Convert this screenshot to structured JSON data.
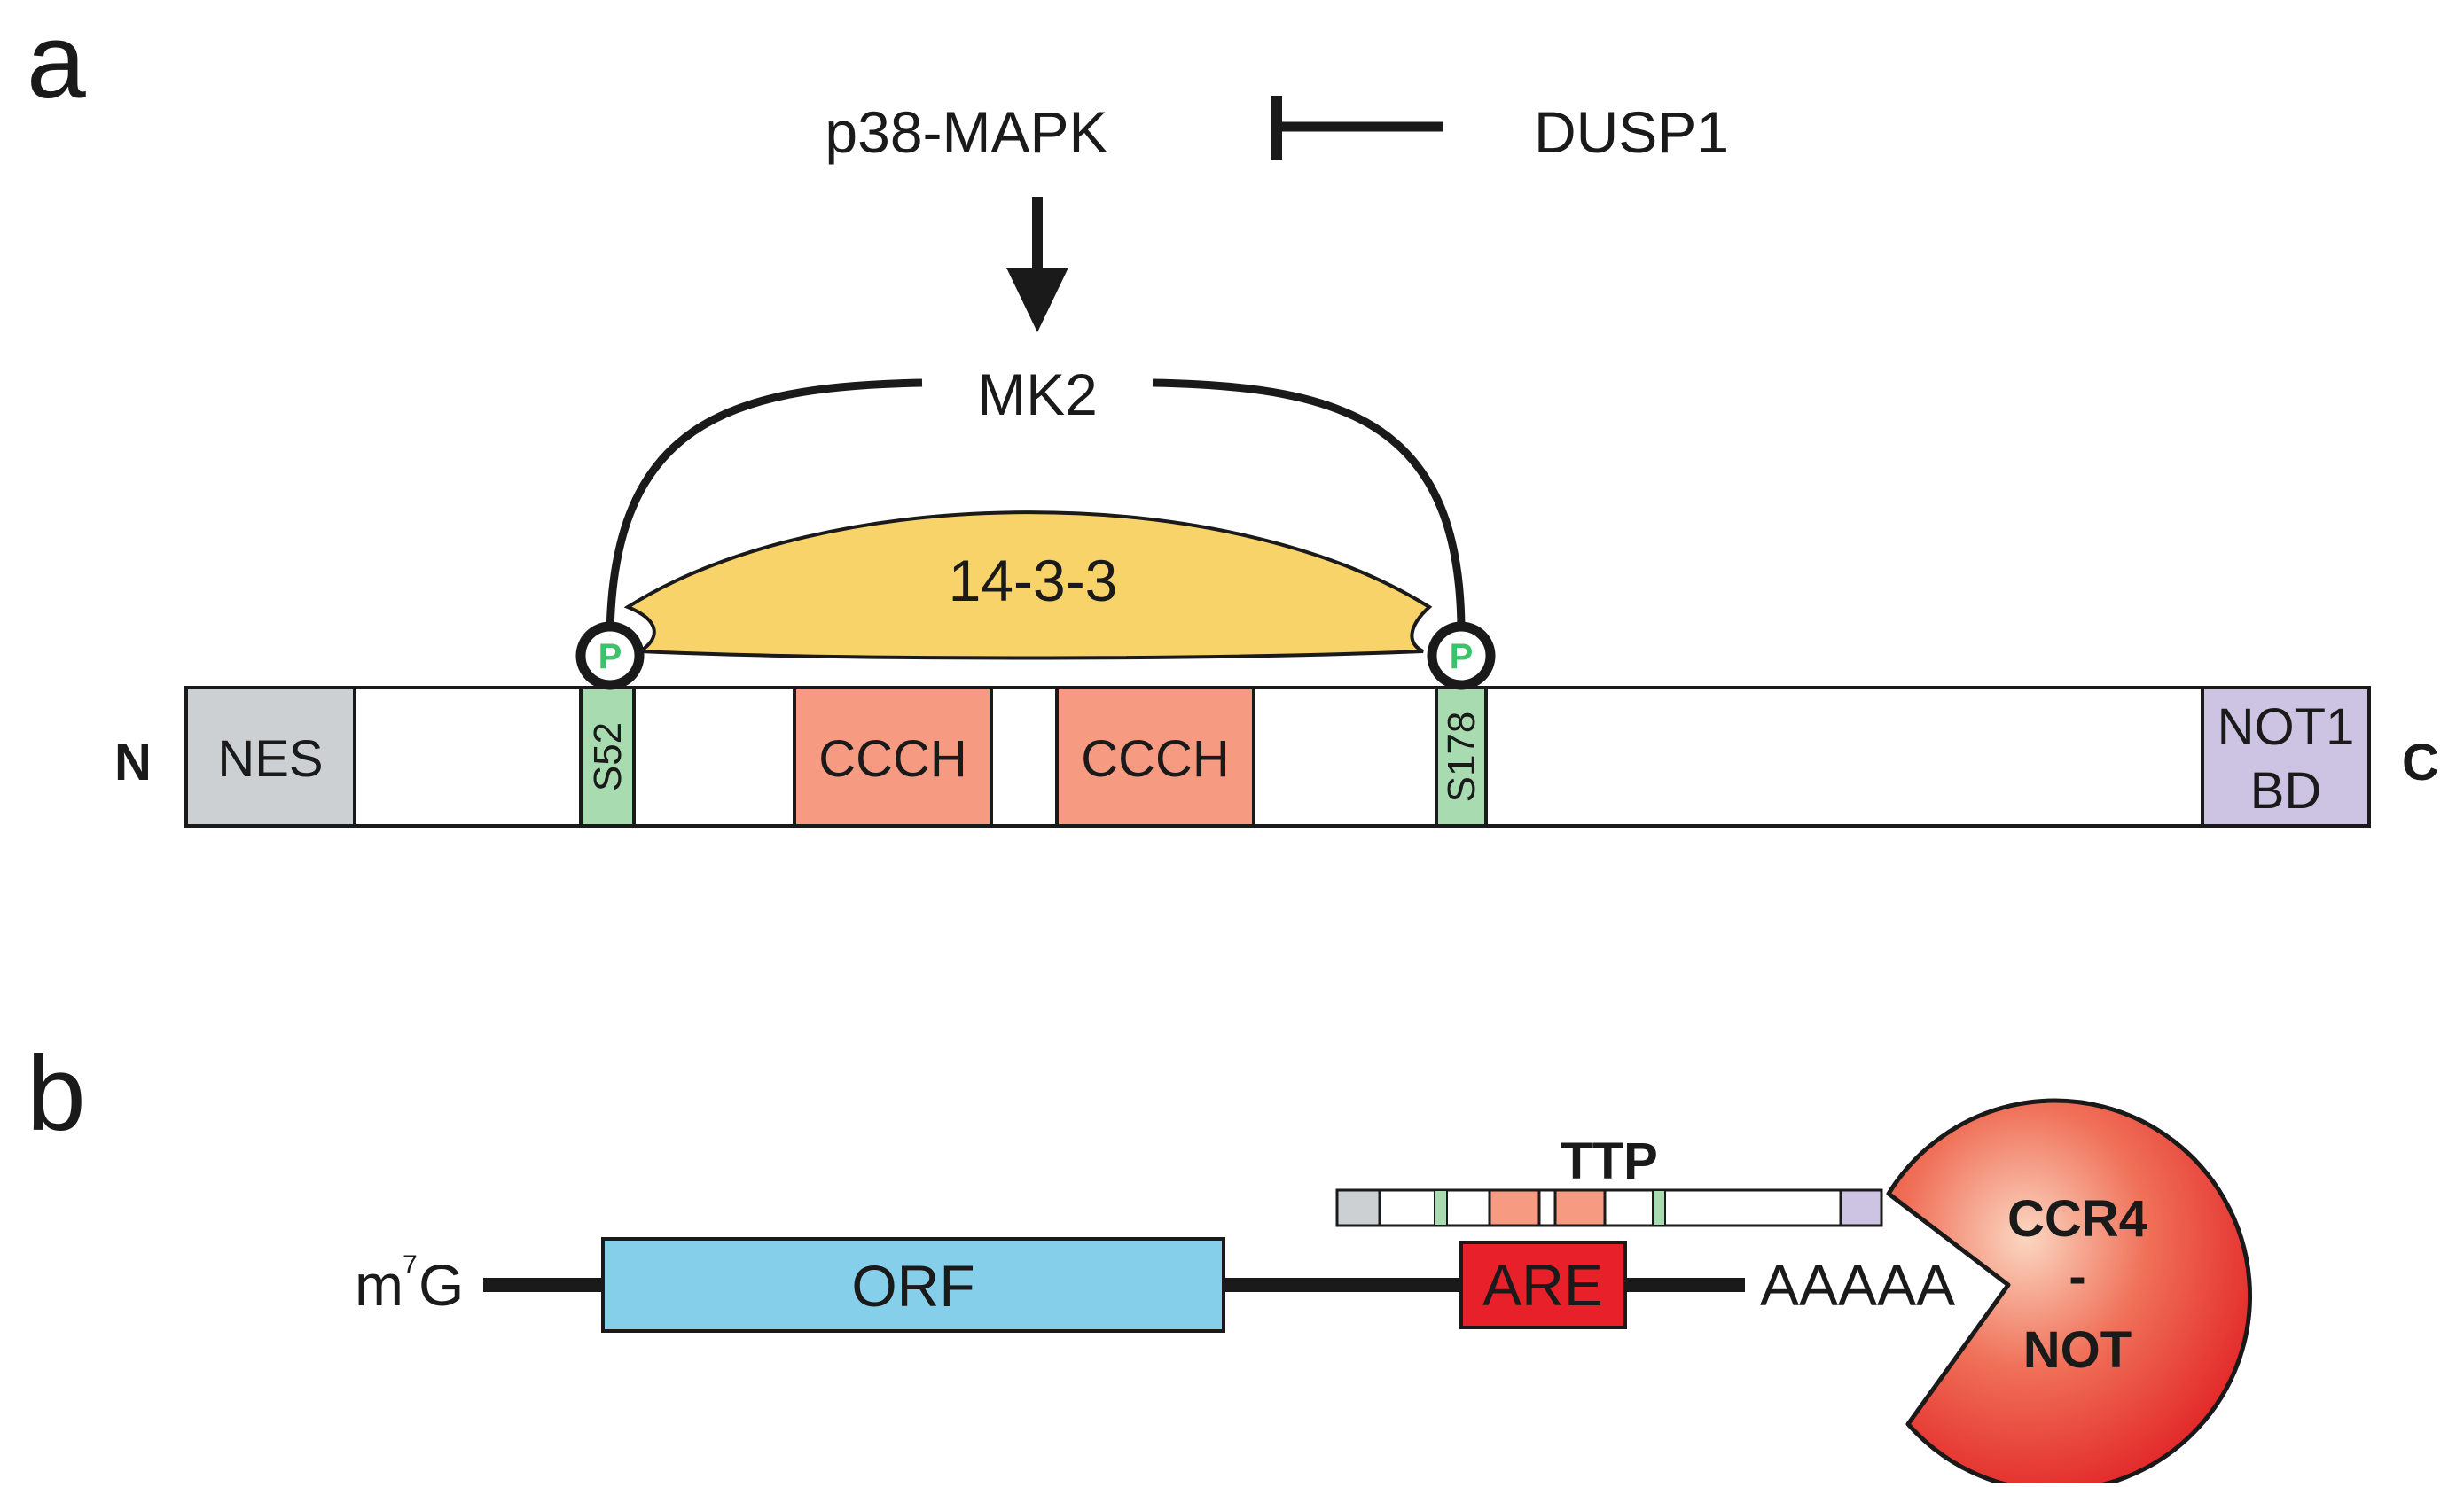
{
  "panel_a": {
    "letter": "a",
    "kinase_upstream": "p38-MAPK",
    "inhibitor": "DUSP1",
    "kinase": "MK2",
    "binder": "14-3-3",
    "n_terminus": "N",
    "c_terminus": "C",
    "phospho_mark": "P",
    "domains": {
      "nes": "NES",
      "s52": "S52",
      "ccch1": "CCCH",
      "ccch2": "CCCH",
      "s178": "S178",
      "not1bd_line1": "NOT1",
      "not1bd_line2": "BD"
    }
  },
  "panel_b": {
    "letter": "b",
    "cap_base": "m",
    "cap_sup": "7",
    "cap_end": "G",
    "orf": "ORF",
    "are": "ARE",
    "polya": "AAAAA",
    "ttp": "TTP",
    "complex_line1": "CCR4",
    "complex_line2": "-",
    "complex_line3": "NOT"
  },
  "colors": {
    "nes": "#cdd0d3",
    "phospho_site": "#a8dcb0",
    "ccch": "#f79a82",
    "not1bd": "#cdc3e2",
    "binder_1433": "#f7d36a",
    "orf": "#86cfeb",
    "are": "#e8202a",
    "ccr4_not": "#e8202a",
    "phospho_text": "#3cc36a"
  },
  "icons": {
    "activation": "arrow-down-icon",
    "inhibition": "inhibition-bar-icon",
    "deadenylase": "pacman-icon"
  }
}
